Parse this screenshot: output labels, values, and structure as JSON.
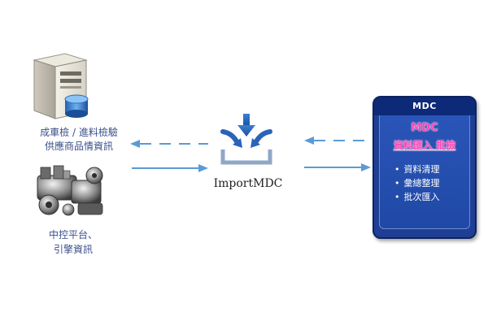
{
  "left": {
    "source_label_lines": [
      "成車檢 / 進料檢驗",
      "供應商品情資訊"
    ],
    "platform_label_lines": [
      "中控平台、",
      "引擎資訊"
    ]
  },
  "center": {
    "label": "ImportMDC"
  },
  "mdc": {
    "header": "MDC",
    "title": "MDC",
    "subtitle": "資料匯入 批檢",
    "items": [
      "資料清理",
      "彙總整理",
      "批次匯入"
    ]
  },
  "icons": {
    "server": "server-database-icon",
    "engine": "engine-parts-icon",
    "import": "import-tray-icon"
  },
  "colors": {
    "arrow": "#5b9bd5",
    "panel": "#1f3f94",
    "panel_title": "#ff47b5",
    "label_text": "#3a4f8a"
  }
}
